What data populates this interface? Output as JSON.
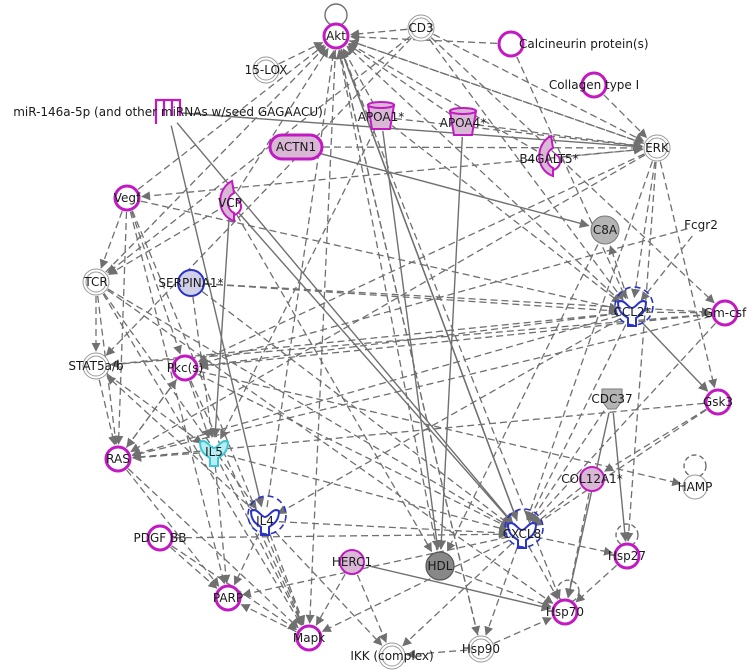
{
  "nodes": [
    {
      "id": "akt",
      "label": "Akt",
      "style": "magenta-ring"
    },
    {
      "id": "cd3",
      "label": "CD3",
      "style": "double-ring"
    },
    {
      "id": "calcineurin",
      "label": "Calcineurin protein(s)",
      "style": "magenta-ring"
    },
    {
      "id": "collagen",
      "label": "Collagen type I",
      "style": "magenta-ring"
    },
    {
      "id": "lox15",
      "label": "15-LOX",
      "style": "double-ring"
    },
    {
      "id": "mir146a",
      "label": "miR-146a-5p (and other miRNAs w/seed GAGAACU)",
      "style": "mirna"
    },
    {
      "id": "apoa1",
      "label": "APOA1*",
      "style": "transporter"
    },
    {
      "id": "apoa4",
      "label": "APOA4*",
      "style": "transporter"
    },
    {
      "id": "actn1",
      "label": "ACTN1",
      "style": "filled-ring-wide"
    },
    {
      "id": "b4galt5",
      "label": "B4GALT5*",
      "style": "enzyme"
    },
    {
      "id": "erk",
      "label": "ERK",
      "style": "double-ring"
    },
    {
      "id": "vegf",
      "label": "Vegf",
      "style": "magenta-ring"
    },
    {
      "id": "vcp",
      "label": "VCP",
      "style": "enzyme"
    },
    {
      "id": "c8a",
      "label": "C8A",
      "style": "grey-filled"
    },
    {
      "id": "fcgr2",
      "label": "Fcgr2",
      "style": "plain"
    },
    {
      "id": "tcr",
      "label": "TCR",
      "style": "double-ring"
    },
    {
      "id": "serpina1",
      "label": "SERPINA1*",
      "style": "blue-ring"
    },
    {
      "id": "ccl2",
      "label": "CCL2*",
      "style": "cytokine-blue"
    },
    {
      "id": "gmcsf",
      "label": "Gm-csf",
      "style": "magenta-ring"
    },
    {
      "id": "stat5",
      "label": "STAT5a/b",
      "style": "double-ring"
    },
    {
      "id": "pkc",
      "label": "Pkc(s)",
      "style": "magenta-ring"
    },
    {
      "id": "cdc37",
      "label": "CDC37",
      "style": "grey-shape"
    },
    {
      "id": "gsk3",
      "label": "Gsk3",
      "style": "magenta-ring"
    },
    {
      "id": "il5",
      "label": "IL5",
      "style": "cytokine-cyan"
    },
    {
      "id": "ras",
      "label": "RAS",
      "style": "magenta-ring"
    },
    {
      "id": "col12a1",
      "label": "COL12A1*",
      "style": "filled-ring"
    },
    {
      "id": "hamp",
      "label": "HAMP",
      "style": "plain-circle"
    },
    {
      "id": "il4",
      "label": "IL4",
      "style": "cytokine-blue"
    },
    {
      "id": "pdgfbb",
      "label": "PDGF BB",
      "style": "magenta-ring"
    },
    {
      "id": "cxcl8",
      "label": "CXCL8",
      "style": "cytokine-blue"
    },
    {
      "id": "herc1",
      "label": "HERC1",
      "style": "filled-ring"
    },
    {
      "id": "hdl",
      "label": "HDL",
      "style": "dark-filled"
    },
    {
      "id": "hsp27",
      "label": "Hsp27",
      "style": "magenta-ring"
    },
    {
      "id": "parp",
      "label": "PARP",
      "style": "magenta-ring"
    },
    {
      "id": "hsp70",
      "label": "Hsp70",
      "style": "magenta-ring"
    },
    {
      "id": "mapk",
      "label": "Mapk",
      "style": "magenta-ring"
    },
    {
      "id": "ikk",
      "label": "IKK (complex)",
      "style": "double-ring"
    },
    {
      "id": "hsp90",
      "label": "Hsp90",
      "style": "double-ring"
    }
  ],
  "colors": {
    "edge": "#707070",
    "magenta": "#c21ac2",
    "upregulated_fill": "#d9b8d6",
    "blue": "#2a33c8",
    "cyan": "#3cc7d4",
    "grey_fill": "#b4b4b4",
    "dark_fill": "#888888"
  }
}
